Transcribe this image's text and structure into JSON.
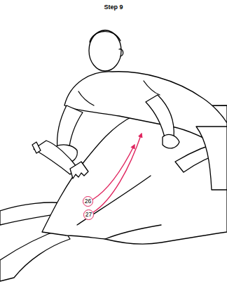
{
  "diagram": {
    "title": "Step 9",
    "nodes": [
      {
        "text": [
          "26"
        ]
      },
      {
        "text": [
          "27"
        ]
      }
    ]
  }
}
